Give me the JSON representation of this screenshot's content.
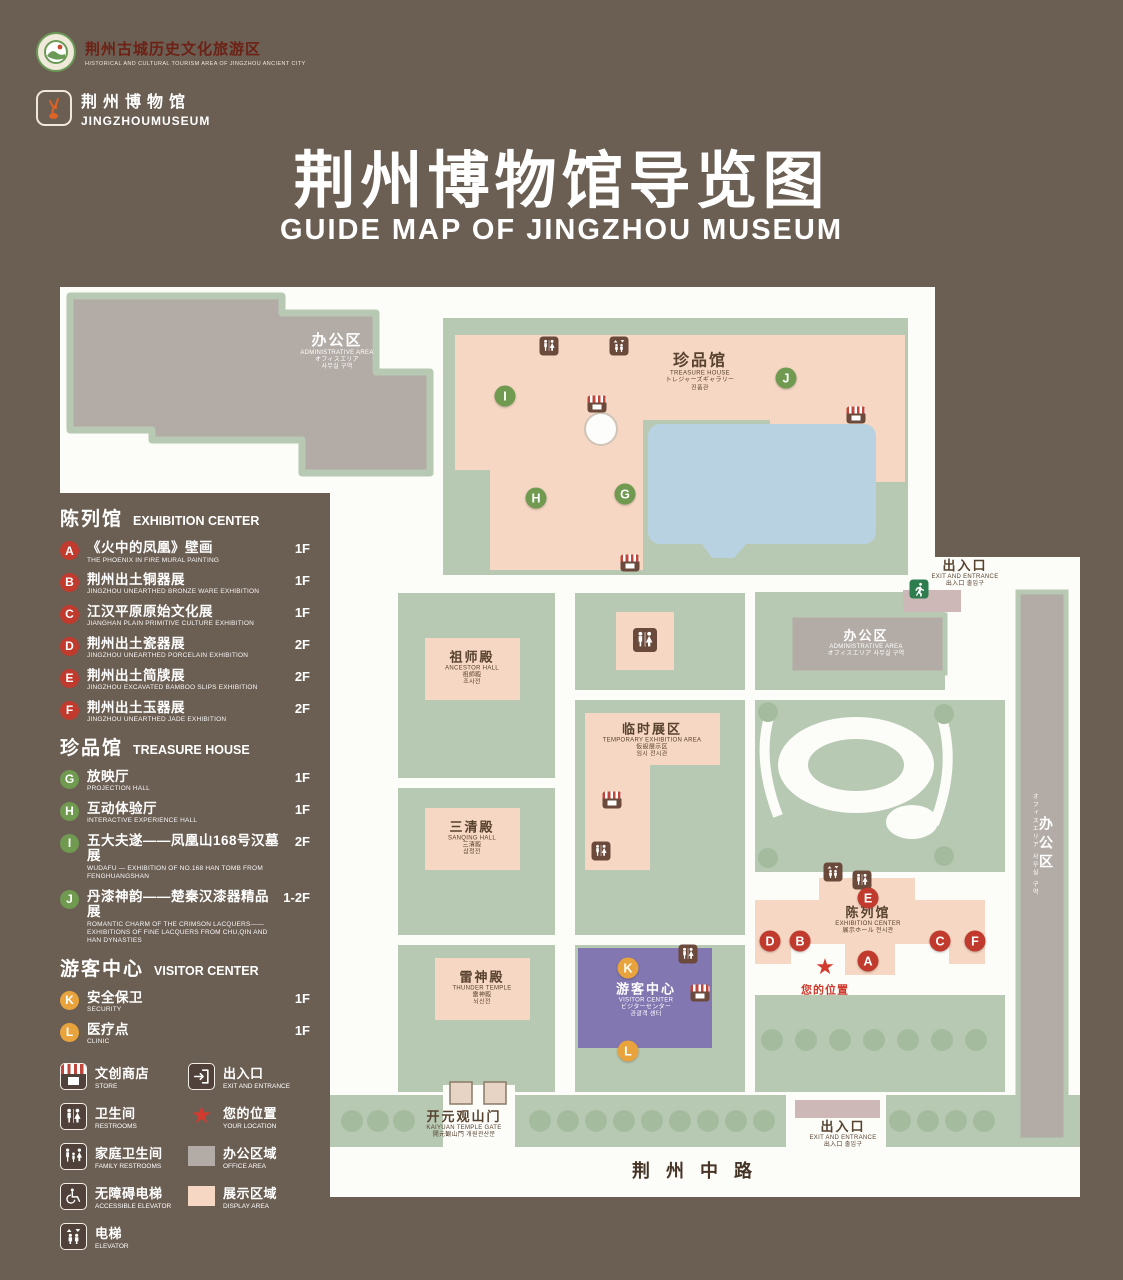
{
  "header": {
    "tourism_logo_title": "荆州古城历史文化旅游区",
    "tourism_logo_subtitle": "HISTORICAL AND CULTURAL TOURISM AREA OF JINGZHOU ANCIENT CITY",
    "museum_logo_title": "荆州博物馆",
    "museum_logo_subtitle": "JINGZHOUMUSEUM",
    "title": "荆州博物馆导览图",
    "subtitle": "GUIDE MAP OF JINGZHOU MUSEUM"
  },
  "legend": {
    "sections": [
      {
        "title_zh": "陈列馆",
        "title_en": "EXHIBITION CENTER",
        "items": [
          {
            "letter": "A",
            "zh": "《火中的凤凰》壁画",
            "en": "THE PHOENIX IN FIRE MURAL PAINTING",
            "floor": "1F"
          },
          {
            "letter": "B",
            "zh": "荆州出土铜器展",
            "en": "JINGZHOU UNEARTHED BRONZE WARE EXHIBITION",
            "floor": "1F"
          },
          {
            "letter": "C",
            "zh": "江汉平原原始文化展",
            "en": "JIANGHAN PLAIN PRIMITIVE CULTURE EXHIBITION",
            "floor": "1F"
          },
          {
            "letter": "D",
            "zh": "荆州出土瓷器展",
            "en": "JINGZHOU UNEARTHED PORCELAIN EXHIBITION",
            "floor": "2F"
          },
          {
            "letter": "E",
            "zh": "荆州出土简牍展",
            "en": "JINGZHOU EXCAVATED BAMBOO SLIPS EXHIBITION",
            "floor": "2F"
          },
          {
            "letter": "F",
            "zh": "荆州出土玉器展",
            "en": "JINGZHOU UNEARTHED JADE EXHIBITION",
            "floor": "2F"
          }
        ]
      },
      {
        "title_zh": "珍品馆",
        "title_en": "TREASURE HOUSE",
        "items": [
          {
            "letter": "G",
            "zh": "放映厅",
            "en": "PROJECTION HALL",
            "floor": "1F"
          },
          {
            "letter": "H",
            "zh": "互动体验厅",
            "en": "INTERACTIVE EXPERIENCE HALL",
            "floor": "1F"
          },
          {
            "letter": "I",
            "zh": "五大夫遂——凤凰山168号汉墓展",
            "en": "WUDAFU — EXHIBITION OF NO.168 HAN TOMB FROM FENGHUANGSHAN",
            "floor": "2F"
          },
          {
            "letter": "J",
            "zh": "丹漆神韵——楚秦汉漆器精品展",
            "en": "ROMANTIC CHARM OF THE CRIMSON LACQUERS——EXHIBITIONS OF FINE LACQUERS FROM CHU,QIN AND HAN DYNASTIES",
            "floor": "1-2F"
          }
        ]
      },
      {
        "title_zh": "游客中心",
        "title_en": "VISITOR CENTER",
        "items": [
          {
            "letter": "K",
            "zh": "安全保卫",
            "en": "SECURITY",
            "floor": "1F"
          },
          {
            "letter": "L",
            "zh": "医疗点",
            "en": "CLINIC",
            "floor": "1F"
          }
        ]
      }
    ],
    "symbols": [
      {
        "zh": "文创商店",
        "en": "STORE",
        "icon": "store-icon"
      },
      {
        "zh": "出入口",
        "en": "EXIT AND ENTRANCE",
        "icon": "exit-icon"
      },
      {
        "zh": "卫生间",
        "en": "RESTROOMS",
        "icon": "restroom-icon"
      },
      {
        "zh": "您的位置",
        "en": "YOUR LOCATION",
        "icon": "location-star-icon"
      },
      {
        "zh": "家庭卫生间",
        "en": "FAMILY RESTROOMS",
        "icon": "family-restroom-icon"
      },
      {
        "zh": "办公区域",
        "en": "OFFICE AREA",
        "icon": "office-area-swatch"
      },
      {
        "zh": "无障碍电梯",
        "en": "ACCESSIBLE ELEVATOR",
        "icon": "accessible-elevator-icon"
      },
      {
        "zh": "展示区域",
        "en": "DISPLAY AREA",
        "icon": "display-area-swatch"
      },
      {
        "zh": "电梯",
        "en": "ELEVATOR",
        "icon": "elevator-icon"
      }
    ]
  },
  "map": {
    "buildings": {
      "admin_nw": {
        "zh": "办公区",
        "en": "ADMINISTRATIVE AREA",
        "ja": "オフィスエリア",
        "ko": "사무실 구역"
      },
      "treasure_house": {
        "zh": "珍品馆",
        "en": "TREASURE HOUSE",
        "ja": "トレジャーズギャラリー",
        "ko": "진품관"
      },
      "ancestor_hall": {
        "zh": "祖师殿",
        "en": "ANCESTOR HALL",
        "ja": "祖師殿",
        "ko": "조사전"
      },
      "temporary_exhibition": {
        "zh": "临时展区",
        "en": "TEMPORARY EXHIBITION AREA",
        "ja": "仮設展示区",
        "ko": "임시 전시관"
      },
      "sanqing_hall": {
        "zh": "三清殿",
        "en": "SANQING HALL",
        "ja": "三清殿",
        "ko": "삼청전"
      },
      "thunder_temple": {
        "zh": "雷神殿",
        "en": "THUNDER TEMPLE",
        "ja": "雷神殿",
        "ko": "뇌신전"
      },
      "visitor_center": {
        "zh": "游客中心",
        "en": "VISITOR CENTER",
        "ja": "ビジターセンター",
        "ko": "관광객 센터"
      },
      "exhibition_center": {
        "zh": "陈列馆",
        "en": "EXHIBITION CENTER",
        "ja": "展示ホール",
        "ko": "전시관"
      },
      "admin_e": {
        "zh": "办公区",
        "en": "ADMINISTRATIVE AREA",
        "ja": "オフィスエリア",
        "ko": "사무실 구역"
      },
      "admin_far_e": {
        "zh": "办公区",
        "sub": "オフィスエリア 사무실 구역"
      },
      "exit_ne": {
        "zh": "出入口",
        "en": "EXIT AND ENTRANCE",
        "ja": "出入口",
        "ko": "출입구"
      },
      "exit_s": {
        "zh": "出入口",
        "en": "EXIT AND ENTRANCE",
        "ja": "出入口",
        "ko": "출입구"
      },
      "gate": {
        "zh": "开元观山门",
        "en": "KAIYUAN TEMPLE GATE",
        "ja": "開元観山門",
        "ko": "개원관산문"
      },
      "road": {
        "zh": "荆州中路"
      },
      "your_location": {
        "zh": "您的位置"
      }
    },
    "markers": [
      {
        "letter": "I",
        "group": "treasure"
      },
      {
        "letter": "J",
        "group": "treasure"
      },
      {
        "letter": "H",
        "group": "treasure"
      },
      {
        "letter": "G",
        "group": "treasure"
      },
      {
        "letter": "E",
        "group": "exhibition"
      },
      {
        "letter": "D",
        "group": "exhibition"
      },
      {
        "letter": "B",
        "group": "exhibition"
      },
      {
        "letter": "A",
        "group": "exhibition"
      },
      {
        "letter": "C",
        "group": "exhibition"
      },
      {
        "letter": "F",
        "group": "exhibition"
      },
      {
        "letter": "K",
        "group": "visitor"
      },
      {
        "letter": "L",
        "group": "visitor"
      }
    ],
    "colors": {
      "background": "#6b5e53",
      "marker_exhibition": "#c13a2e",
      "marker_treasure": "#6f9a50",
      "marker_visitor": "#e8a33d",
      "display_area": "#f6d7c3",
      "office_area": "#b3aca6",
      "lawn_green": "#b7c9b3",
      "pond_blue": "#b9d2e2",
      "visitor_purple": "#8377b2",
      "location_red": "#d23b2f"
    }
  }
}
